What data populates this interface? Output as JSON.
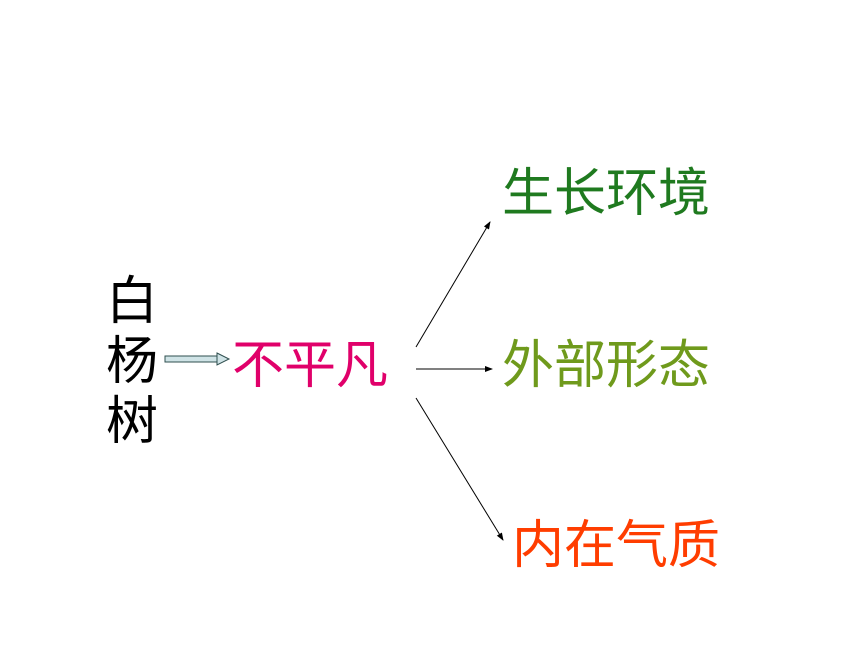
{
  "diagram": {
    "root": {
      "chars": [
        "白",
        "杨",
        "树"
      ],
      "color": "#000000"
    },
    "center": {
      "label": "不平凡",
      "color": "#e0006a"
    },
    "branches": {
      "top": {
        "label": "生长环境",
        "color": "#1f7a1f"
      },
      "middle": {
        "label": "外部形态",
        "color": "#6f9a1c"
      },
      "bottom": {
        "label": "内在气质",
        "color": "#ff3d00"
      }
    }
  }
}
